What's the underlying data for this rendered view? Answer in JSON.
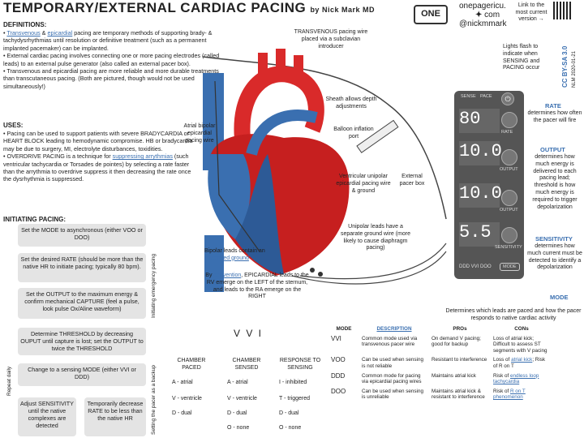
{
  "title": {
    "main": "TEMPORARY/EXTERNAL CARDIAC PACING",
    "by": "by Nick Mark MD"
  },
  "header": {
    "logo": "ONE",
    "site_line1": "onepagericu.",
    "site_line2": "com",
    "site_line3": "@nickmmark",
    "link_text": "Link to the most current version →",
    "license": "CC BY-SA 3.0",
    "version": "NLM 2020-01-21"
  },
  "definitions": {
    "heading": "DEFINITIONS:",
    "p1_a": "• ",
    "p1_link1": "Transvenous",
    "p1_b": " & ",
    "p1_link2": "epicardial",
    "p1_c": " pacing are temporary methods of supporting brady- & tachydysrhythmias until resolution or definitive treatment (such as a permanent implanted pacemaker) can be implanted.",
    "p2": "• External cardiac pacing involves connecting one or more pacing electrodes (called leads) to an external pulse generator (also called an external pacer box).",
    "p3": "• Transvenous and epicardial pacing are more reliable and more durable treatments than transcutaneous pacing. (Both are pictured, though would not be used simultaneously!)"
  },
  "uses": {
    "heading": "USES:",
    "p1": "• Pacing can be used to support patients with severe BRADYCARDIA or HEART BLOCK leading to hemodynamic compromise. HB or bradycardia may be due to surgery, MI, electrolyte disturbances, toxidities.",
    "p2_a": "• OVERDRIVE PACING is a technique for ",
    "p2_link": "suppressing arrythmias",
    "p2_b": " (such ventricular tachycardia or Torsades de pointes) by selecting a rate faster than the arrythmia to overdrive suppress it then decreasing the rate once the dysrhythmia is suppressed."
  },
  "initiating": {
    "heading": "INITIATING PACING:",
    "steps": [
      "Set the MODE to asynchronous (either VOO or DOO)",
      "Set the desired RATE (should be more than the native HR to initiate pacing; typically 80 bpm).",
      "Set the OUTPUT to the maximum energy & confirm mechanical CAPTURE (feel a pulse, look pulse Ox/Aline waveform)",
      "Determine THRESHOLD by decreasing OUPUT until capture is lost; set the OUTPUT to twice the THRESHOLD",
      "Change to a sensing MODE (either VVI or DDD)",
      "Adjust SENSITIVITY until the native complexes are detected",
      "Temporarily decrease RATE to be less than the native HR"
    ],
    "side_emergency": "Initiating emergency pacing",
    "side_backup": "Setting the pacer as a backup",
    "side_repeat": "Repeat daily"
  },
  "diagram": {
    "transvenous": "TRANSVENOUS pacing wire placed via a subclavian introducer",
    "sheath": "Sheath allows depth adjustments",
    "balloon": "Balloon inflation port",
    "atrial_bipolar": "Atrial bipolar epicardial pacing wire",
    "ventricular_unipolar": "Ventricular unipolar epicardial pacing wire & ground",
    "external_box": "External pacer box",
    "unipolar_note": "Unipolar leads have a separate ground wire (more likely to cause diaphragm pacing)",
    "bipolar_a": "Bipolar leads contain an ",
    "bipolar_link": "integrated ground",
    "convention_a": "By ",
    "convention_link": "convention",
    "convention_b": ", EPICARDIAL leads to the RV emerge on the LEFT of the sternum, and leads to the RA emerge on the RIGHT",
    "lights_flash": "Lights flash to indicate when SENSING and PACING occur"
  },
  "pacer": {
    "sense": "SENSE",
    "pace": "PACE",
    "rate_value": "80",
    "rate_label": "RATE",
    "a_output_value": "10.0",
    "a_output_label": "OUTPUT",
    "v_output_value": "10.0",
    "v_output_label": "OUTPUT",
    "sens_value": "5.5",
    "sens_label": "SENSITIVITY",
    "mode_display": "DDD  VVI  DOO",
    "mode_btn": "MODE"
  },
  "right_panel": {
    "rate_head": "RATE",
    "rate_text": "determines how often the pacer will fire",
    "output_head": "OUTPUT",
    "output_text": "determines how much energy is delivered to each pacing lead; threshold is how much energy is required to trigger depolarization",
    "sens_head": "SENSITIVITY",
    "sens_text": "determines how much current must be detected to identify a depolarization",
    "mode_head": "MODE",
    "mode_text": "Determines which leads are paced and how the pacer responds to native cardiac activity"
  },
  "vvi": {
    "title": "V V I",
    "col1": "CHAMBER PACED",
    "col2": "CHAMBER SENSED",
    "col3": "RESPONSE TO SENSING",
    "c1": [
      "A - atrial",
      "V - ventricle",
      "D - dual"
    ],
    "c2": [
      "A - atrial",
      "V - ventricle",
      "D - dual",
      "O - none"
    ],
    "c3": [
      "I - inhibited",
      "T - triggered",
      "D - dual",
      "O - none"
    ]
  },
  "modes_table": {
    "headers": [
      "MODE",
      "DESCRIPTION",
      "PROs",
      "CONs"
    ],
    "rows": [
      {
        "mode": "VVI",
        "desc": "Common mode used via transvenous pacer wire",
        "pro": "On demand V pacing; good for backup",
        "con": "Loss of atrial kick; Difficult to assess ST segments with V pacing"
      },
      {
        "mode": "VOO",
        "desc": "Can be used when sensing is not reliable",
        "pro": "Resistant to interference",
        "con_a": "Loss of ",
        "con_link": "atrial kick",
        "con_b": "; Risk of R on T"
      },
      {
        "mode": "DDD",
        "desc": "Common mode for pacing via epicardial pacing wires",
        "pro": "Maintains atrial kick",
        "con_a": "Risk of ",
        "con_link": "endless loop tachycardia",
        "con_b": ""
      },
      {
        "mode": "DOO",
        "desc": "Can be used when sensing is unreliable",
        "pro": "Maintains atrial kick & resistant to interference",
        "con_a": "Risk of ",
        "con_link": "R on T phenomenon",
        "con_b": ""
      }
    ]
  }
}
